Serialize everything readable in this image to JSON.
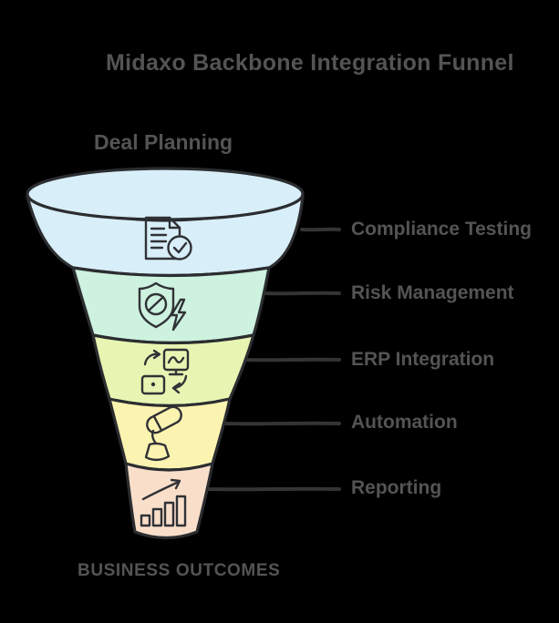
{
  "title": "Midaxo Backbone Integration Funnel",
  "funnel": {
    "input_label": "Deal Planning",
    "output_label": "BUSINESS OUTCOMES",
    "stages": [
      {
        "label": "Compliance Testing",
        "color": "#d8eef8",
        "icon": "document-check-icon"
      },
      {
        "label": "Risk Management",
        "color": "#cdf2df",
        "icon": "shield-bolt-icon"
      },
      {
        "label": "ERP Integration",
        "color": "#e6f5b2",
        "icon": "system-sync-icon"
      },
      {
        "label": "Automation",
        "color": "#fbf3b0",
        "icon": "robot-arm-icon"
      },
      {
        "label": "Reporting",
        "color": "#f9dfca",
        "icon": "growth-chart-icon"
      }
    ]
  },
  "colors": {
    "background": "#000000",
    "outline": "#2b2d30",
    "leader_line": "#343434",
    "text": "#545454"
  }
}
